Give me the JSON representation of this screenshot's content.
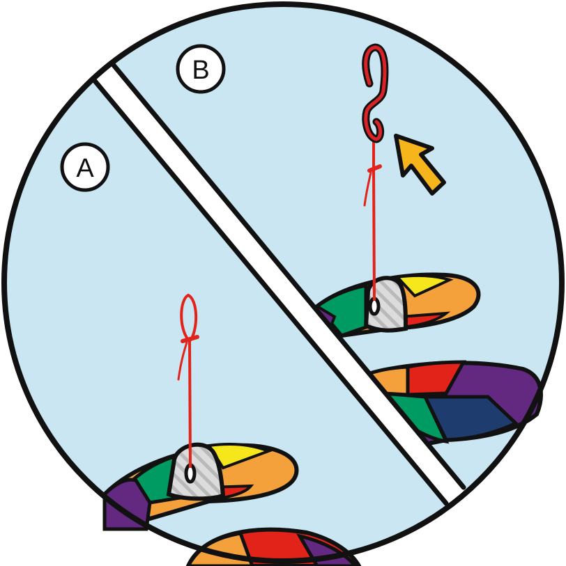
{
  "diagram": {
    "panels": [
      {
        "id": "A",
        "label": "A"
      },
      {
        "id": "B",
        "label": "B"
      }
    ]
  },
  "colors": {
    "background_circle": "#c9e6f2",
    "outline": "#111111",
    "divider": "#ffffff",
    "string": "#e2231a",
    "hook": "#d92327",
    "arrow": "#f7b51c",
    "tab": "#d9d9d9",
    "rainbow": [
      "#f5e71b",
      "#f5a13b",
      "#e2231a",
      "#009a63",
      "#63287f",
      "#1e3d6e"
    ]
  },
  "icons": {
    "hook": "s-hook-icon",
    "arrow": "pointer-arrow-icon"
  }
}
